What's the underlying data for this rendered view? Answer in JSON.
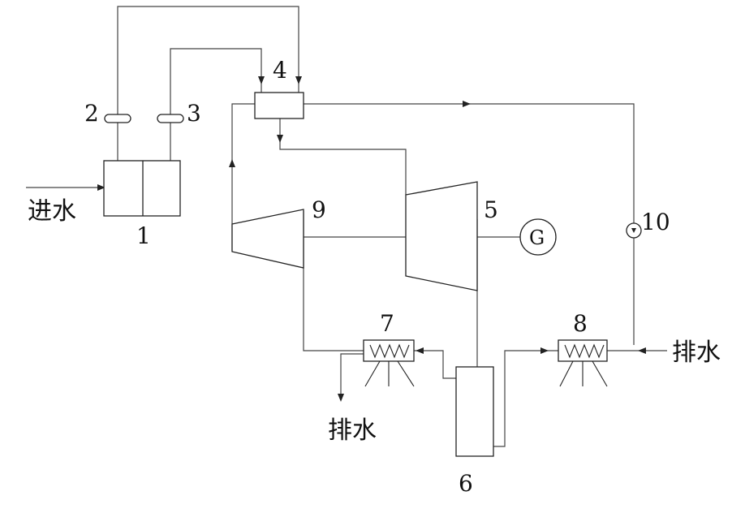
{
  "labels": {
    "n1": "1",
    "n2": "2",
    "n3": "3",
    "n4": "4",
    "n5": "5",
    "n6": "6",
    "n7": "7",
    "n8": "8",
    "n9": "9",
    "n10": "10",
    "generator": "G",
    "water_in": "进水",
    "drain_left": "排水",
    "drain_right": "排水"
  }
}
